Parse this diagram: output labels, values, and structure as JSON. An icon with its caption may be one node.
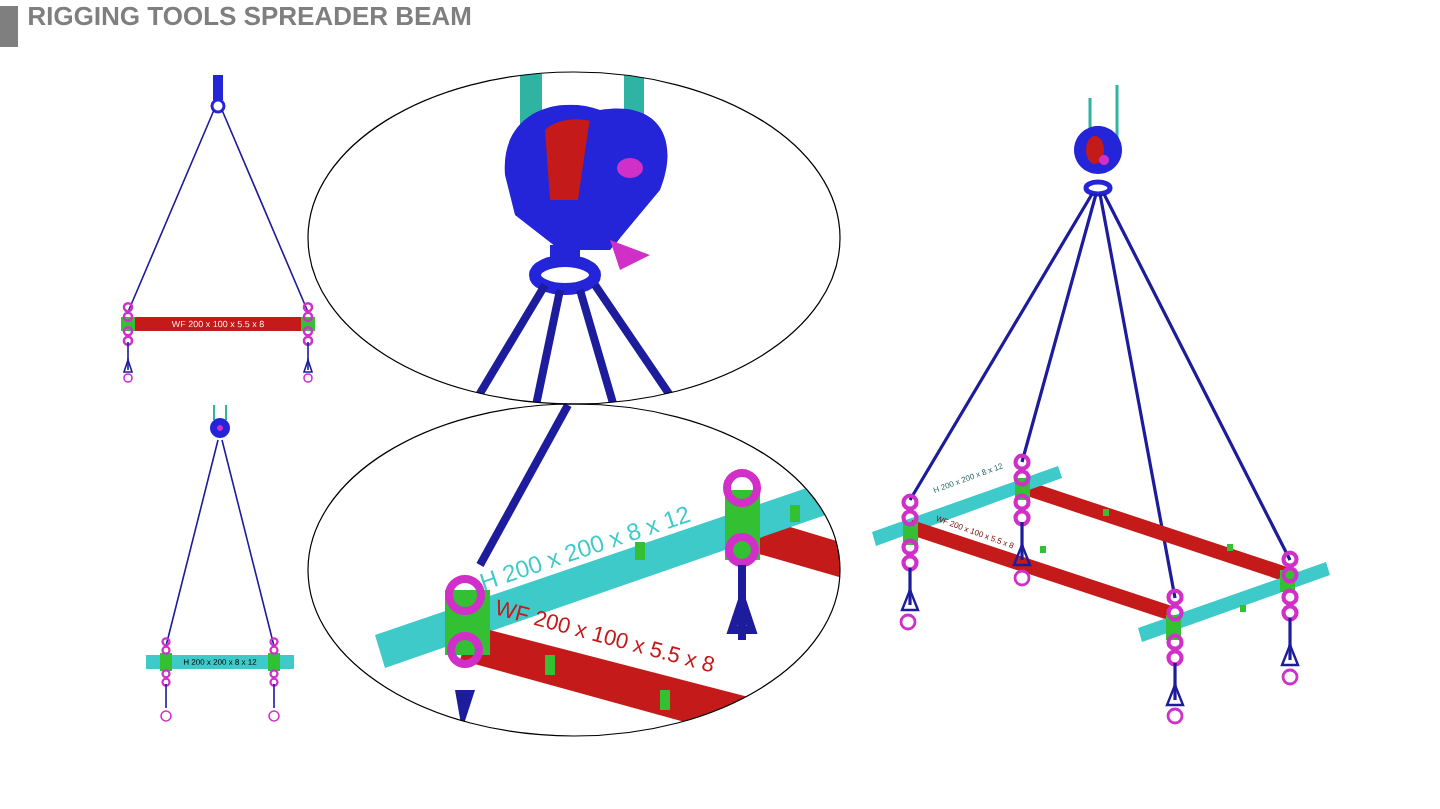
{
  "diagram": {
    "title": "RIGGING TOOLS SPREADER BEAM",
    "labels": [
      "WF 200 x 100 x 5.5 x 8",
      "H 200 x 200 x 8 x 12",
      "WF 200 x 100 x 5.5 x 8",
      "H 200 x 200 x 8 x 12",
      "WF 200 x 100 x 5.5 x 8",
      "H 200 x 200 x 8 x 12"
    ]
  }
}
